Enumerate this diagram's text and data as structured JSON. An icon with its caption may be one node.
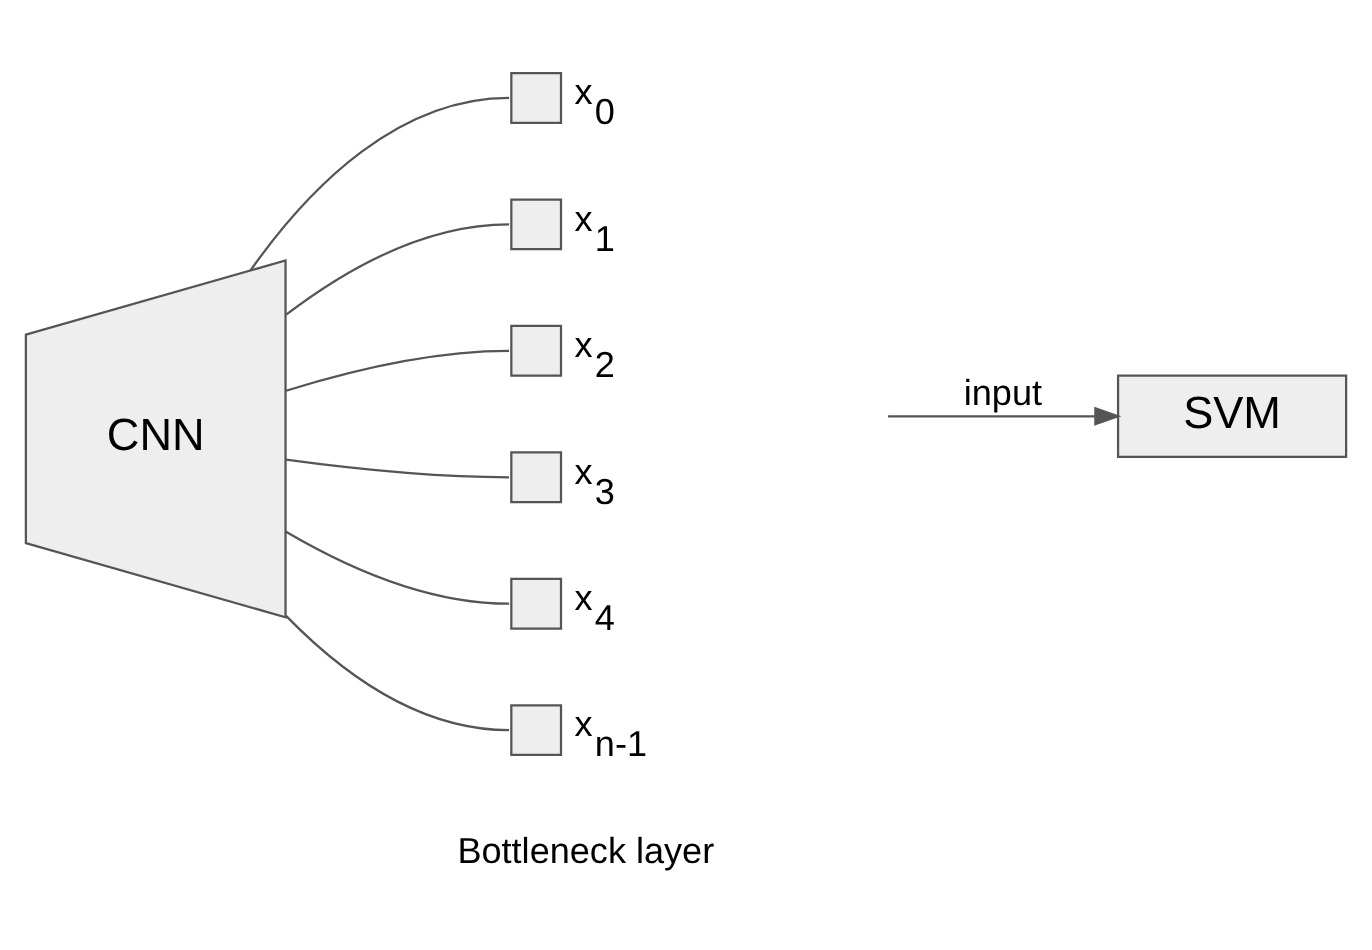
{
  "diagram": {
    "nodes": [
      {
        "text": [
          "CNN"
        ]
      },
      {
        "text": [],
        "shape": "box",
        "beside": [
          "x$_{0}$"
        ]
      },
      {
        "text": [],
        "shape": "box",
        "beside": [
          "x$_{1}$"
        ]
      },
      {
        "text": [],
        "shape": "box",
        "beside": [
          "x$_{2}$"
        ]
      },
      {
        "text": [],
        "shape": "box",
        "beside": [
          "x$_{3}$"
        ]
      },
      {
        "text": [],
        "shape": "box",
        "beside": [
          "x$_{4}$"
        ]
      },
      {
        "text": [],
        "shape": "box",
        "beside": [
          "x$_{n-1}$"
        ]
      },
      {
        "text": [
          "SVM"
        ]
      }
    ],
    "edges": [
      {
        "from": 0,
        "to": 1,
        "arrow": "none"
      },
      {
        "from": 0,
        "to": 2,
        "arrow": "none"
      },
      {
        "from": 0,
        "to": 3,
        "arrow": "none"
      },
      {
        "from": 0,
        "to": 4,
        "arrow": "none"
      },
      {
        "from": 0,
        "to": 5,
        "arrow": "none"
      },
      {
        "from": 0,
        "to": 6,
        "arrow": "none"
      },
      {
        "from": null,
        "to": 7,
        "arrow": "to",
        "label": "input"
      }
    ],
    "labels": [
      "Bottleneck layer"
    ]
  }
}
